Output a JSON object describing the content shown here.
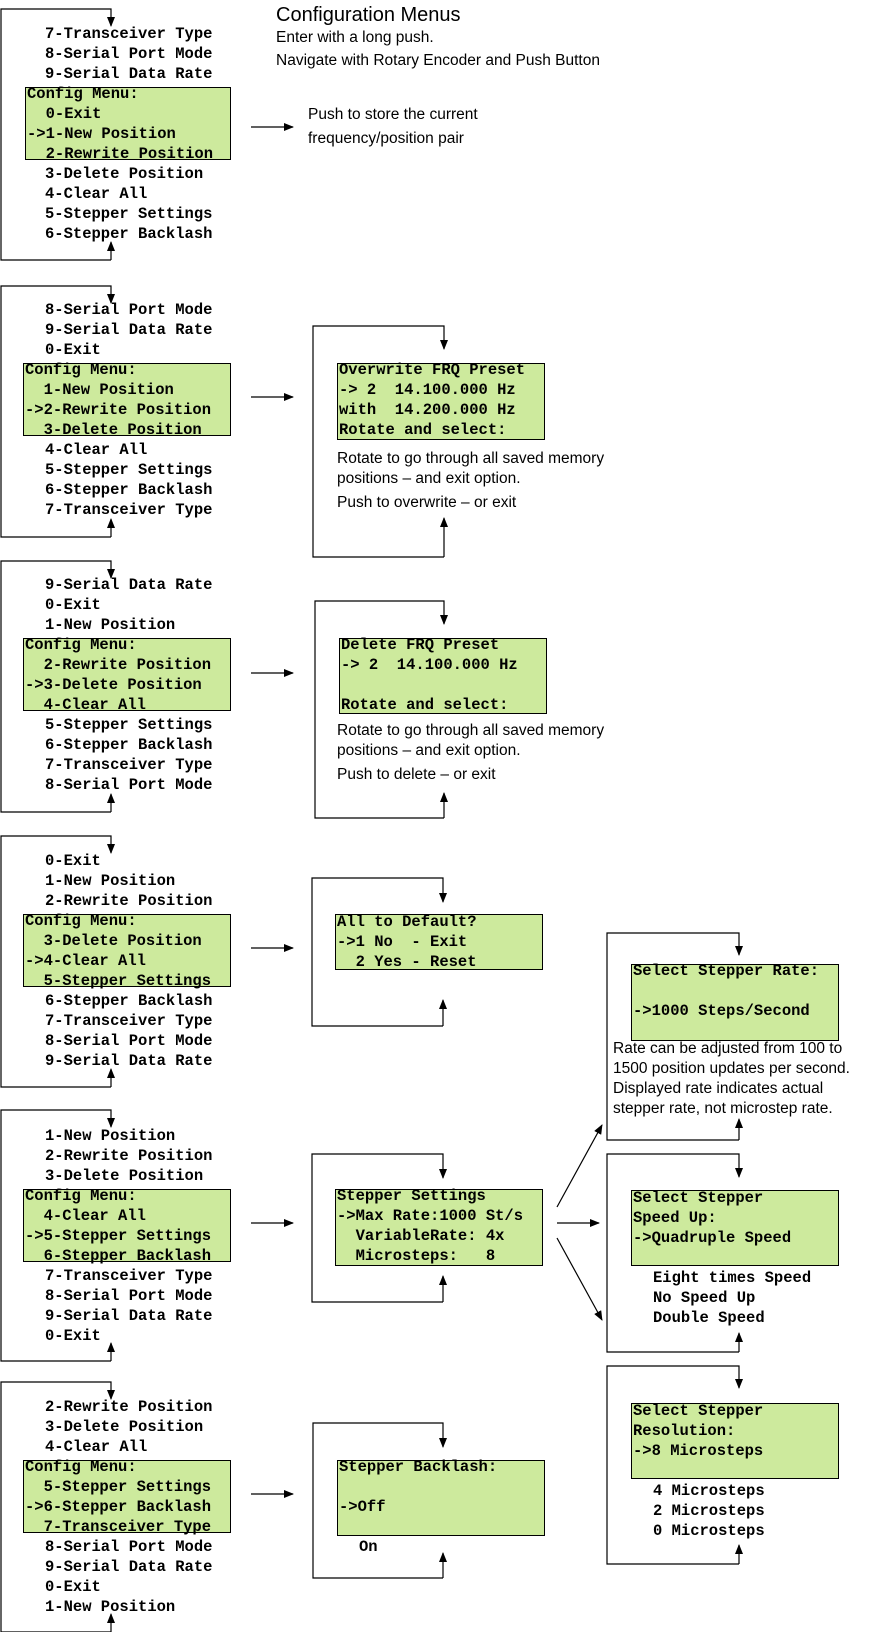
{
  "header": {
    "title": "Configuration Menus",
    "line1": "Enter with a long push.",
    "line2": "Navigate with Rotary Encoder and Push Button"
  },
  "sections": [
    {
      "menu": [
        "7-Transceiver Type",
        "8-Serial Port Mode",
        "9-Serial Data Rate",
        "Config Menu:",
        "  0-Exit",
        "->1-New Position",
        "  2-Rewrite Position",
        "3-Delete Position",
        "4-Clear All",
        "5-Stepper Settings",
        "6-Stepper Backlash"
      ],
      "note": [
        "Push to store the current",
        "frequency/position pair"
      ]
    },
    {
      "menu": [
        "8-Serial Port Mode",
        "9-Serial Data Rate",
        "0-Exit",
        "Config Menu:",
        "  1-New Position",
        "->2-Rewrite Position",
        "  3-Delete Position",
        "4-Clear All",
        "5-Stepper Settings",
        "6-Stepper Backlash",
        "7-Transceiver Type"
      ],
      "lcd": [
        "Overwrite FRQ Preset",
        "-> 2  14.100.000 Hz",
        "with  14.200.000 Hz",
        "Rotate and select:"
      ],
      "notes": [
        "Rotate to go through all saved memory",
        "positions – and exit option.",
        "Push to overwrite – or exit"
      ]
    },
    {
      "menu": [
        "9-Serial Data Rate",
        "0-Exit",
        "1-New Position",
        "Config Menu:",
        "  2-Rewrite Position",
        "->3-Delete Position",
        "  4-Clear All",
        "5-Stepper Settings",
        "6-Stepper Backlash",
        "7-Transceiver Type",
        "8-Serial Port Mode"
      ],
      "lcd": [
        "Delete FRQ Preset",
        "-> 2  14.100.000 Hz",
        "",
        "Rotate and select:"
      ],
      "notes": [
        "Rotate to go through all saved memory",
        "positions – and exit option.",
        "Push to delete – or exit"
      ]
    },
    {
      "menu": [
        "0-Exit",
        "1-New Position",
        "2-Rewrite Position",
        "Config Menu:",
        "  3-Delete Position",
        "->4-Clear All",
        "  5-Stepper Settings",
        "6-Stepper Backlash",
        "7-Transceiver Type",
        "8-Serial Port Mode",
        "9-Serial Data Rate"
      ],
      "lcd": [
        "All to Default?",
        "->1 No  - Exit",
        "  2 Yes - Reset"
      ]
    },
    {
      "menu": [
        "1-New Position",
        "2-Rewrite Position",
        "3-Delete Position",
        "Config Menu:",
        "  4-Clear All",
        "->5-Stepper Settings",
        "  6-Stepper Backlash",
        "7-Transceiver Type",
        "8-Serial Port Mode",
        "9-Serial Data Rate",
        "0-Exit"
      ],
      "lcd": [
        "Stepper Settings",
        "->Max Rate:1000 St/s",
        "  VariableRate: 4x",
        "  Microsteps:   8"
      ]
    },
    {
      "menu": [
        "2-Rewrite Position",
        "3-Delete Position",
        "4-Clear All",
        "Config Menu:",
        "  5-Stepper Settings",
        "->6-Stepper Backlash",
        "  7-Transceiver Type",
        "8-Serial Port Mode",
        "9-Serial Data Rate",
        "0-Exit",
        "1-New Position"
      ],
      "lcd": [
        "Stepper Backlash:",
        "",
        "->Off"
      ],
      "option": "On"
    }
  ],
  "substeps": {
    "rate": {
      "lcd": [
        "Select Stepper Rate:",
        "",
        "->1000 Steps/Second"
      ],
      "notes": [
        "Rate can be adjusted from 100 to",
        "1500 position updates per second.",
        "Displayed rate indicates actual",
        "stepper rate, not microstep rate."
      ]
    },
    "speed": {
      "lcd": [
        "Select Stepper",
        "Speed Up:",
        "->Quadruple Speed"
      ],
      "options": [
        "Eight times Speed",
        "No Speed Up",
        "Double Speed"
      ]
    },
    "resolution": {
      "lcd": [
        "Select Stepper",
        "Resolution:",
        "->8 Microsteps"
      ],
      "options": [
        "4 Microsteps",
        "2 Microsteps",
        "0 Microsteps"
      ]
    }
  },
  "colors": {
    "lcd_background": "#cdea9d",
    "line": "#000000"
  }
}
